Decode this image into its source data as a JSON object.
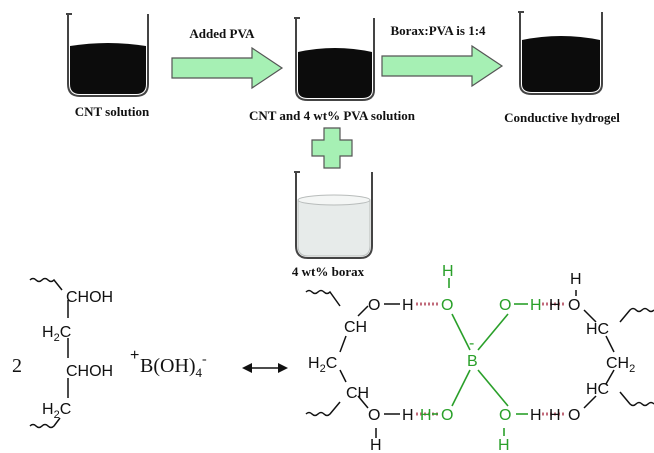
{
  "colors": {
    "arrow_fill": "#a6f0b4",
    "arrow_stroke": "#555555",
    "solution_dark": "#0c0c0c",
    "solution_light": "#e7ebea",
    "boron_green": "#2aa02a",
    "hbond": "#c06a7a"
  },
  "top": {
    "beaker1_label": "CNT solution",
    "arrow1_label": "Added PVA",
    "beaker2_label": "CNT and 4 wt% PVA solution",
    "arrow2_label": "Borax:PVA is 1:4",
    "beaker3_label": "Conductive hydrogel",
    "plus_icon": "plus-icon",
    "beaker4_label": "4 wt% borax"
  },
  "reaction": {
    "coefficient": "2",
    "left": {
      "chohA": "CHOH",
      "h2cA": "H",
      "h2cA_sub": "2",
      "h2cA_c": "C",
      "chohB": "CHOH",
      "h2cB": "H",
      "h2cB_sub": "2",
      "h2cB_c": "C"
    },
    "plus": "+",
    "borate": "B(OH)",
    "borate_sub": "4",
    "borate_charge": "-",
    "equilibrium_icon": "double-arrow-icon",
    "right": {
      "ch_top": "CH",
      "h2c_left": "H",
      "h2c_left_sub": "2",
      "h2c_left_c": "C",
      "ch_bottom": "CH",
      "o_tl": "O",
      "h_tl": "H",
      "o_bl": "O",
      "h_bl": "H",
      "h_bl_bottom": "H",
      "b_center": "B",
      "b_charge": "-",
      "oh_top_left_h": "H",
      "oh_top_left_o": "O",
      "oh_top_right_o": "O",
      "oh_top_right_h": "H",
      "oh_bot_left_h": "H",
      "oh_bot_left_o": "O",
      "oh_bot_right_o": "O",
      "oh_bot_right_h": "H",
      "oh_bottom_h": "H",
      "hc_top": "HC",
      "ch2_right": "CH",
      "ch2_right_sub": "2",
      "hc_bottom": "HC",
      "h_rt": "H",
      "o_rt": "O",
      "o_rb": "O",
      "h_rb": "H",
      "h_top_right": "H"
    }
  }
}
